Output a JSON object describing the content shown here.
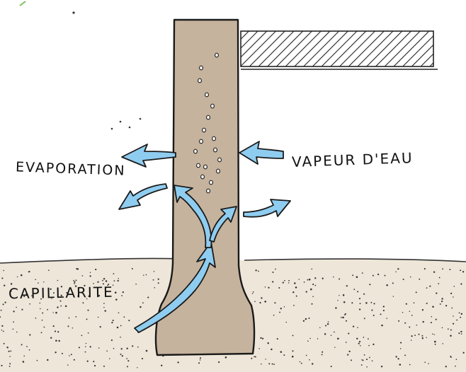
{
  "labels": {
    "evaporation": "EVAPORATION",
    "vapeur": "VAPEUR D'EAU",
    "capillarite": "CAPILLARITÉ"
  },
  "colors": {
    "wall": "#c6b39d",
    "soil": "#eee6d9",
    "arrow_fill": "#8fcdf0",
    "ink": "#1a1a1a"
  }
}
